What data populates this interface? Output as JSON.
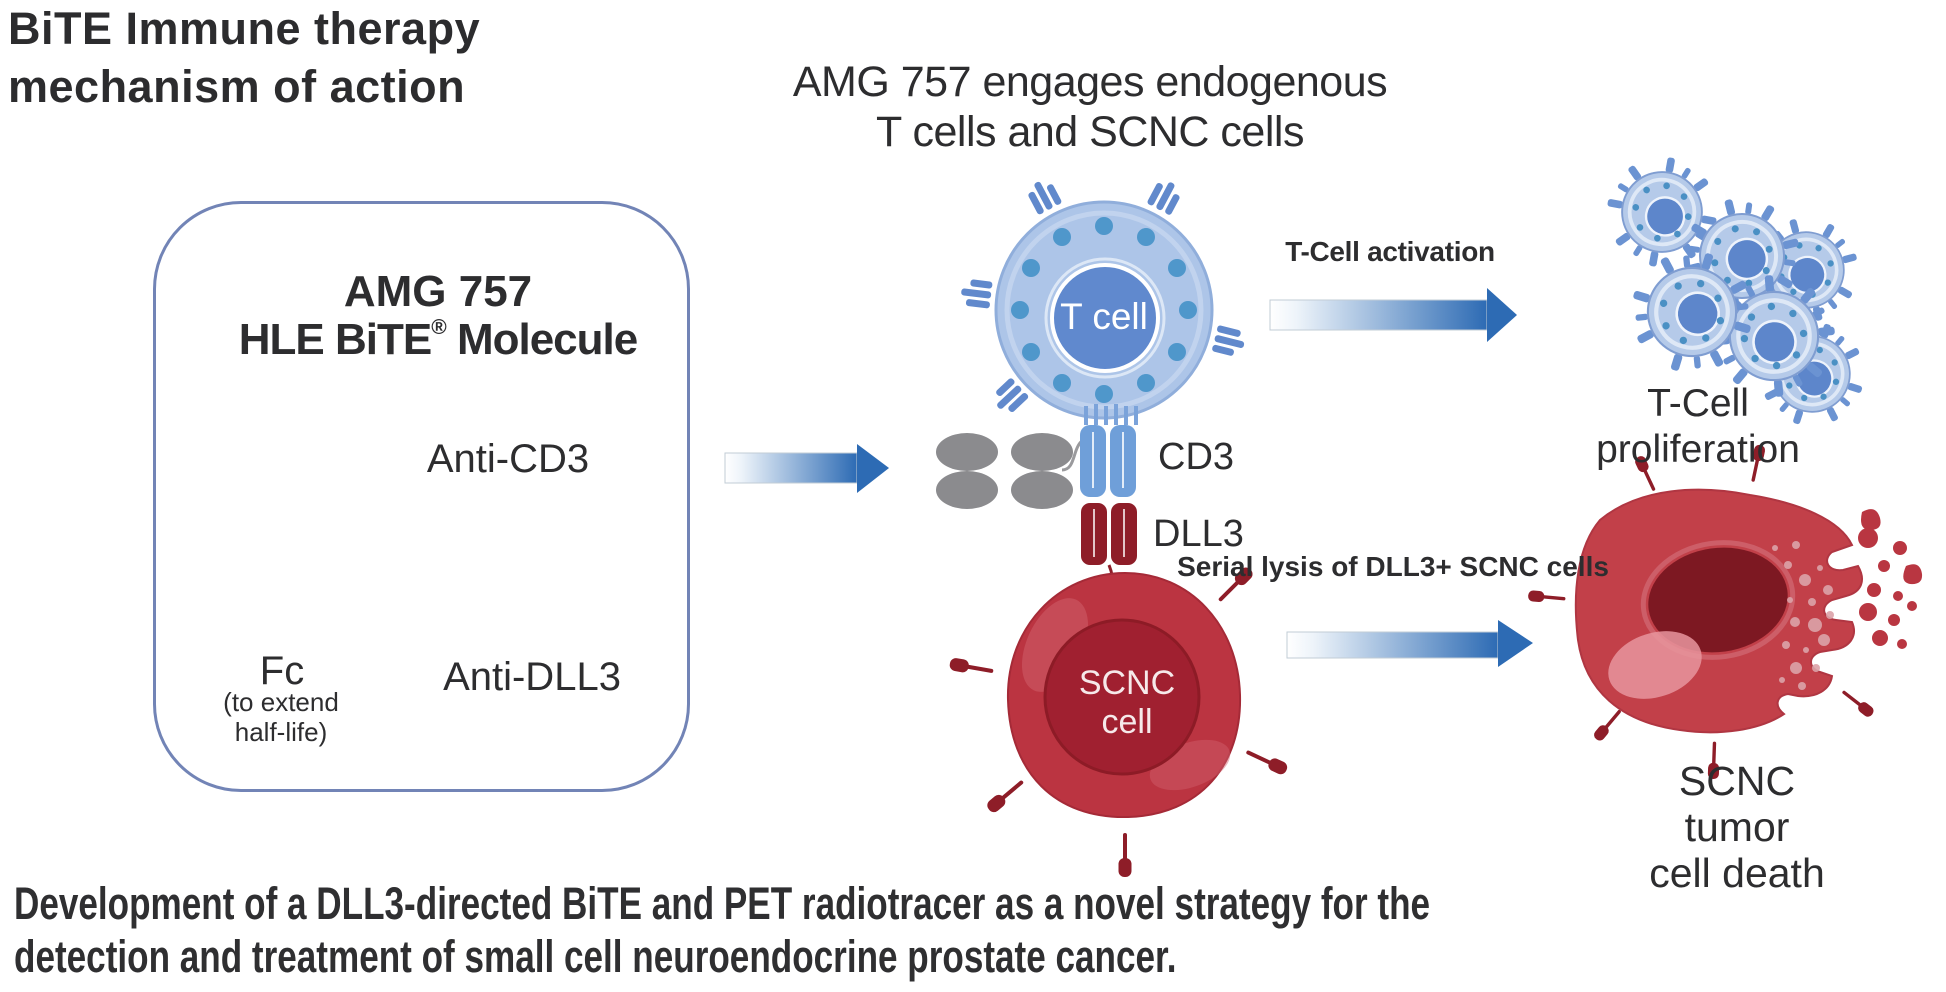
{
  "header": {
    "title": "BiTE Immune therapy\nmechanism of action"
  },
  "engagement": {
    "heading": "AMG 757 engages endogenous\nT cells and SCNC cells",
    "t_cell_label": "T cell",
    "cd3_label": "CD3",
    "dll3_label": "DLL3",
    "scnc_cell_label": "SCNC\ncell"
  },
  "molecule_box": {
    "name_line": "AMG 757",
    "brand": "HLE BiTE",
    "reg": "®",
    "brand_rest": " Molecule",
    "anti_cd3": "Anti-CD3",
    "anti_dll3": "Anti-DLL3",
    "fc": "Fc",
    "fc_note": "(to extend\nhalf-life)"
  },
  "outcomes": {
    "activation": "T-Cell activation",
    "proliferation": "T-Cell\nproliferation",
    "lysis": "Serial lysis of\nDLL3+ SCNC cells",
    "death": "SCNC tumor\ncell death"
  },
  "caption": {
    "line1": "Development of a DLL3-directed BiTE and PET radiotracer as a novel strategy for the",
    "line2": "detection and treatment of small cell neuroendocrine prostate cancer."
  },
  "colors": {
    "text_dark": "#2d2d2f",
    "box_border": "#7284b6",
    "blue_domain": "#6f9fd9",
    "dark_red_domain": "#8e1d28",
    "fc_gray": "#8b8b8e",
    "t_cell_body": "#adc5e8",
    "t_cell_nucleus": "#6089ce",
    "t_cell_dot": "#4f97cb",
    "receptor_blue": "#6189cc",
    "scnc_body": "#bb3441",
    "scnc_nucleus": "#a02030",
    "prolif_body": "#b5cae9",
    "prolif_nucleus": "#5d86cb",
    "dying_body": "#c24049",
    "dying_nucleus": "#7d1822",
    "fragment_red": "#b93641",
    "arrow_blue": "#2d6bb4"
  }
}
